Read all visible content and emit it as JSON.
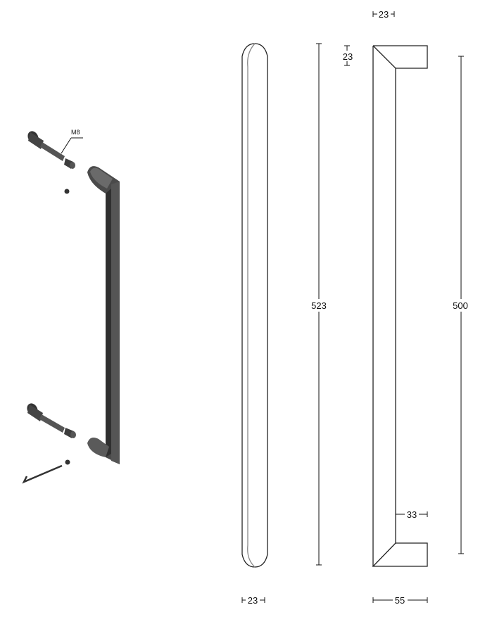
{
  "drawing": {
    "exploded_view": {
      "thread_label": "M8"
    },
    "side_view": {
      "length_label": "523",
      "bottom_width_label": "23"
    },
    "profile_view": {
      "top_width_label": "23",
      "top_thickness_label": "23",
      "centers_label": "500",
      "inner_depth_label": "33",
      "projection_label": "55"
    },
    "colors": {
      "line": "#111111",
      "part_dark": "#3a3a3a",
      "part_mid": "#5a5a5a"
    }
  }
}
